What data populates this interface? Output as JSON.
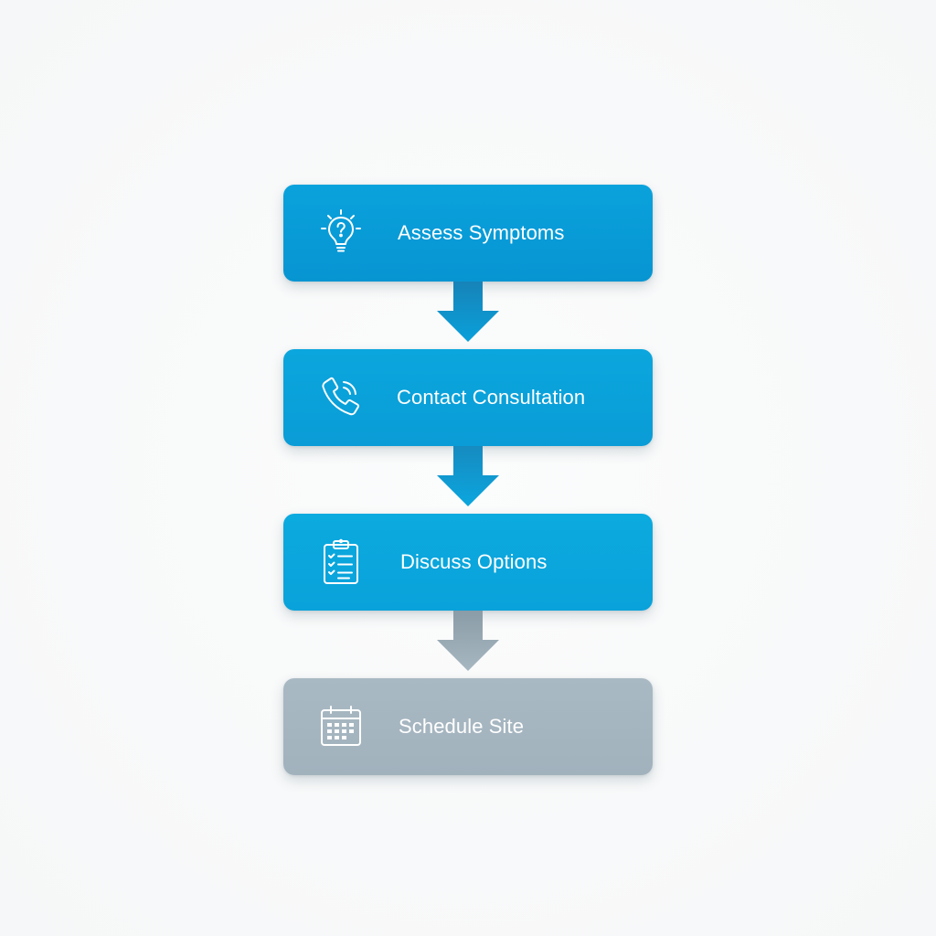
{
  "flowchart": {
    "steps": [
      {
        "label": "Assess Symptoms",
        "icon": "lightbulb-question-icon",
        "state": "active"
      },
      {
        "label": "Contact Consultation",
        "icon": "phone-call-icon",
        "state": "active"
      },
      {
        "label": "Discuss Options",
        "icon": "clipboard-checklist-icon",
        "state": "active"
      },
      {
        "label": "Schedule Site",
        "icon": "calendar-icon",
        "state": "pending"
      }
    ],
    "colors": {
      "active": "#0a9fd9",
      "active_arrow": "#0898d3",
      "pending": "#a6b6c0",
      "pending_arrow": "#9fb0ba",
      "text": "#ffffff"
    }
  }
}
